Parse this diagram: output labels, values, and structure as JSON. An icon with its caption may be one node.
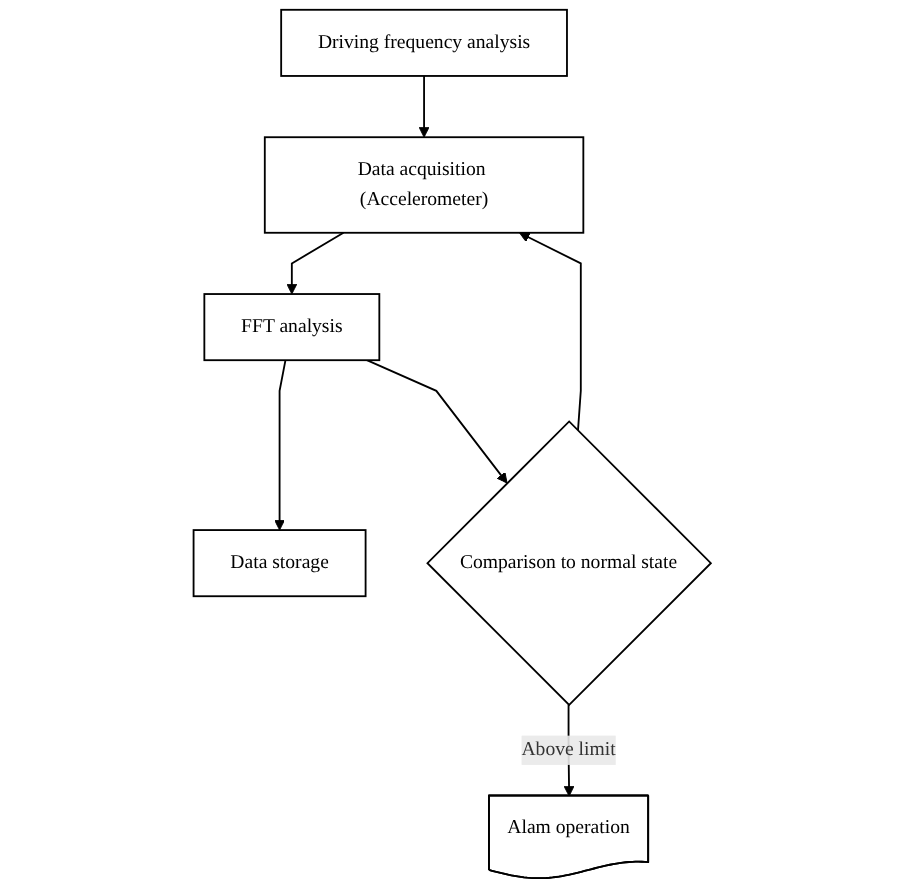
{
  "diagram": {
    "nodes": [
      {
        "text": [
          "Driving frequency analysis"
        ]
      },
      {
        "text": [
          "Data acquisition (Accelerometer)"
        ]
      },
      {
        "text": [
          "FFT analysis"
        ]
      },
      {
        "text": [
          "Data storage"
        ]
      },
      {
        "text": [
          "Comparison to normal state"
        ]
      },
      {
        "text": [
          "Alam operation"
        ]
      }
    ],
    "edges": [
      {
        "from": 0,
        "to": 1,
        "arrow": "to"
      },
      {
        "from": 1,
        "to": 2,
        "arrow": "to"
      },
      {
        "from": 2,
        "to": 3,
        "arrow": "to"
      },
      {
        "from": 2,
        "to": 4,
        "arrow": "to"
      },
      {
        "from": 4,
        "to": 5,
        "arrow": "to",
        "label": "Above limit"
      },
      {
        "from": 4,
        "to": 1,
        "arrow": "to"
      }
    ]
  }
}
